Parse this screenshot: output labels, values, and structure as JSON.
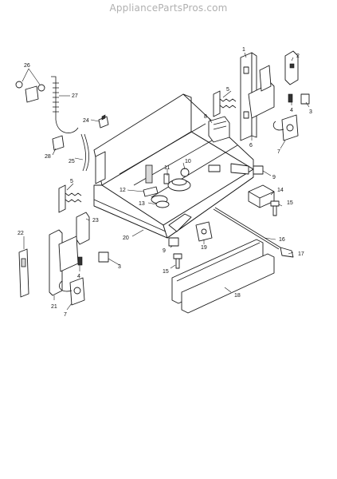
{
  "watermark": "AppliancePartsPros.com",
  "callouts": [
    {
      "id": "c1",
      "text": "1"
    },
    {
      "id": "c2",
      "text": "2"
    },
    {
      "id": "c3a",
      "text": "3"
    },
    {
      "id": "c4a",
      "text": "4"
    },
    {
      "id": "c5a",
      "text": "5"
    },
    {
      "id": "c6",
      "text": "6"
    },
    {
      "id": "c7a",
      "text": "7"
    },
    {
      "id": "c8",
      "text": "8"
    },
    {
      "id": "c9a",
      "text": "9"
    },
    {
      "id": "c10",
      "text": "10"
    },
    {
      "id": "c11",
      "text": "11"
    },
    {
      "id": "c12",
      "text": "12"
    },
    {
      "id": "c13",
      "text": "13"
    },
    {
      "id": "c14",
      "text": "14"
    },
    {
      "id": "c15a",
      "text": "15"
    },
    {
      "id": "c16",
      "text": "16"
    },
    {
      "id": "c17",
      "text": "17"
    },
    {
      "id": "c18",
      "text": "18"
    },
    {
      "id": "c19",
      "text": "19"
    },
    {
      "id": "c20",
      "text": "20"
    },
    {
      "id": "c21",
      "text": "21"
    },
    {
      "id": "c22",
      "text": "22"
    },
    {
      "id": "c23",
      "text": "23"
    },
    {
      "id": "c24",
      "text": "24"
    },
    {
      "id": "c25",
      "text": "25"
    },
    {
      "id": "c26",
      "text": "26"
    },
    {
      "id": "c27",
      "text": "27"
    },
    {
      "id": "c28",
      "text": "28"
    },
    {
      "id": "c5b",
      "text": "5"
    },
    {
      "id": "c3b",
      "text": "3"
    },
    {
      "id": "c4b",
      "text": "4"
    },
    {
      "id": "c7b",
      "text": "7"
    },
    {
      "id": "c9b",
      "text": "9"
    },
    {
      "id": "c15b",
      "text": "15"
    }
  ]
}
